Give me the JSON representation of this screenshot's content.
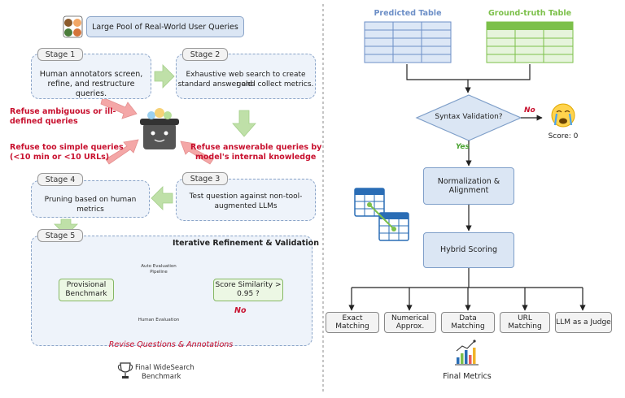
{
  "left": {
    "header": "Large Pool of Real-World User Queries",
    "stage1": {
      "tag": "Stage 1",
      "text_l1": "Human annotators screen,",
      "text_l2": "refine, and restructure queries."
    },
    "stage2": {
      "tag": "Stage 2",
      "text_l1": "Exhaustive web search to create gold-",
      "text_l2": "standard answer and collect metrics."
    },
    "stage3": {
      "tag": "Stage 3",
      "text_l1": "Test question against non-tool-",
      "text_l2": "augmented LLMs"
    },
    "stage4": {
      "tag": "Stage 4",
      "text": "Pruning based on human metrics"
    },
    "stage5": {
      "tag": "Stage 5",
      "title": "Iterative Refinement & Validation"
    },
    "refuse_ambiguous_l1": "Refuse ambiguous or ill-",
    "refuse_ambiguous_l2": "defined queries",
    "refuse_simple_l1": "Refuse too simple queries",
    "refuse_simple_l2": "(<10 min or <10 URLs)",
    "refuse_answerable_l1": "Refuse answerable queries by",
    "refuse_answerable_l2": "model's internal knowledge",
    "provisional_l1": "Provisional",
    "provisional_l2": "Benchmark",
    "auto_eval_l1": "Auto Evaluation",
    "auto_eval_l2": "Pipeline",
    "human_eval": "Human Evaluation",
    "score_sim_l1": "Score Similarity >",
    "score_sim_l2": "0.95 ?",
    "no": "No",
    "revise": "Revise Questions & Annotations",
    "final_l1": "Final WideSearch",
    "final_l2": "Benchmark"
  },
  "right": {
    "predicted_table": "Predicted Table",
    "ground_truth_table": "Ground-truth Table",
    "syntax": "Syntax Validation?",
    "no": "No",
    "yes": "Yes",
    "score": "Score: 0",
    "normalization_l1": "Normalization &",
    "normalization_l2": "Alignment",
    "hybrid": "Hybrid Scoring",
    "leaves": [
      "Exact Matching",
      "Numerical",
      "Approx.",
      "Data Matching",
      "URL Matching",
      "LLM as a Judge"
    ],
    "final_metrics": "Final Metrics"
  },
  "colors": {
    "stage_fill": "#eef3fa",
    "stage_border": "#8aa4c8",
    "refuse_text": "#c8102e",
    "predicted_title": "#6d8fc7",
    "ground_truth_title": "#7cc04a",
    "arrow_green": "#bfe0a8",
    "arrow_pink": "#f4a7a7"
  }
}
